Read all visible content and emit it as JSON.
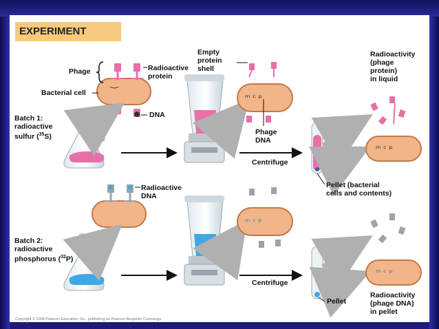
{
  "header": {
    "title": "EXPERIMENT"
  },
  "labels": {
    "phage": "Phage",
    "radioactive_protein": "Radioactive\nprotein",
    "bacterial_cell": "Bacterial cell",
    "dna": "DNA",
    "empty_protein_shell": "Empty\nprotein\nshell",
    "phage_dna": "Phage\nDNA",
    "radioactivity_protein": "Radioactivity\n(phage\nprotein)\nin liquid",
    "batch1": "Batch 1:\nradioactive\nsulfur (",
    "batch1_iso": "35",
    "batch1_el": "S)",
    "centrifuge_top": "Centrifuge",
    "pellet_top": "Pellet (bacterial\ncells and contents)",
    "radioactive_dna": "Radioactive\nDNA",
    "batch2": "Batch 2:\nradioactive\nphosphorus (",
    "batch2_iso": "32",
    "batch2_el": "P)",
    "centrifuge_bottom": "Centrifuge",
    "pellet_bottom": "Pellet",
    "radioactivity_dna": "Radioactivity\n(phage DNA)\nin pellet"
  },
  "copyright": "Copyright © 2008 Pearson Education, Inc., publishing as Pearson Benjamin Cummings",
  "colors": {
    "pink": "#e96fa7",
    "blue": "#3fa8e6",
    "cell": "#f2b489",
    "header": "#f7c97c"
  }
}
